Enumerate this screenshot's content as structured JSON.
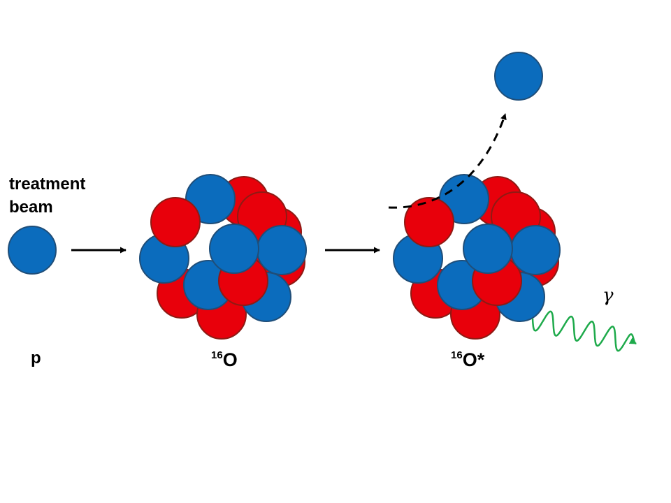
{
  "labels": {
    "beam_line1": "treatment",
    "beam_line2": "beam",
    "proton": "p",
    "target_mass": "16",
    "target_symbol": "O",
    "excited_mass": "16",
    "excited_symbol": "O*",
    "gamma": "γ"
  },
  "colors": {
    "proton": "#e8000b",
    "proton_edge": "#8f1a14",
    "neutron_fill": "#0b6cbd",
    "neutron_edge": "#1f4e79",
    "arrow": "#000000",
    "gamma_wave": "#1eaa4b"
  }
}
